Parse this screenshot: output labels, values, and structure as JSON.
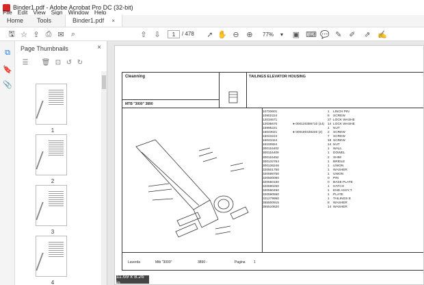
{
  "window": {
    "title": "Binder1.pdf - Adobe Acrobat Pro DC (32-bit)"
  },
  "menu": [
    "File",
    "Edit",
    "View",
    "Sign",
    "Window",
    "Help"
  ],
  "tabs": {
    "home": "Home",
    "tools": "Tools",
    "document": "Binder1.pdf",
    "close": "×"
  },
  "toolbar": {
    "page_current": "1",
    "page_total": "/ 478",
    "zoom": "77%"
  },
  "panel": {
    "title": "Page Thumbnails",
    "close": "×",
    "thumbnails": [
      {
        "label": "1"
      },
      {
        "label": "2"
      },
      {
        "label": "3"
      },
      {
        "label": "4"
      }
    ]
  },
  "document": {
    "section": "Cleanning",
    "model": "MTB \"3000\" 3890",
    "group_title": "TAILINGS ELEVATOR HOUSING",
    "footer": {
      "brand": "Laverda",
      "model": "Mtb \"3000\"",
      "code": "3890 -",
      "pages_label": "Pagina",
      "page_no": "1"
    },
    "parts": [
      {
        "code": "10733601",
        "extra": "",
        "qty": "1",
        "desc": "LINCH PIN"
      },
      {
        "code": "10902224",
        "extra": "",
        "qty": "8",
        "desc": "SCREW"
      },
      {
        "code": "12034671",
        "extra": "",
        "qty": "27",
        "desc": "LOCK WASHE"
      },
      {
        "code": "12035670",
        "extra": "● 000120356710 (14)",
        "qty": "14",
        "desc": "LOCK WASHE"
      },
      {
        "code": "15995221",
        "extra": "",
        "qty": "1",
        "desc": "NUT"
      },
      {
        "code": "16043021",
        "extra": "● 000160430240 (2)",
        "qty": "2",
        "desc": "SCREW"
      },
      {
        "code": "16043224",
        "extra": "",
        "qty": "7",
        "desc": "SCREW"
      },
      {
        "code": "16043424",
        "extra": "",
        "qty": "18",
        "desc": "SCREW"
      },
      {
        "code": "16100824",
        "extra": "",
        "qty": "14",
        "desc": "NUT"
      },
      {
        "code": "300116402",
        "extra": "",
        "qty": "1",
        "desc": "WALL"
      },
      {
        "code": "300116409",
        "extra": "",
        "qty": "1",
        "desc": "DOWEL"
      },
      {
        "code": "300116452",
        "extra": "",
        "qty": "2",
        "desc": "SHIM"
      },
      {
        "code": "300132764",
        "extra": "",
        "qty": "1",
        "desc": "BRIDLE"
      },
      {
        "code": "300136246",
        "extra": "",
        "qty": "1",
        "desc": "UNION"
      },
      {
        "code": "320501750",
        "extra": "",
        "qty": "1",
        "desc": "WASHER"
      },
      {
        "code": "320598750",
        "extra": "",
        "qty": "1",
        "desc": "UNION"
      },
      {
        "code": "320500050",
        "extra": "",
        "qty": "0",
        "desc": "PIN"
      },
      {
        "code": "320550150",
        "extra": "",
        "qty": "0",
        "desc": "BASE PLATE"
      },
      {
        "code": "320590250",
        "extra": "",
        "qty": "1",
        "desc": "HATCH"
      },
      {
        "code": "320590450",
        "extra": "",
        "qty": "1",
        "desc": "END ASSY,T"
      },
      {
        "code": "320590550",
        "extra": "",
        "qty": "1",
        "desc": "PLATE"
      },
      {
        "code": "321279950",
        "extra": "",
        "qty": "1",
        "desc": "TAILINGS E"
      },
      {
        "code": "355500915",
        "extra": "",
        "qty": "8",
        "desc": "WASHER"
      },
      {
        "code": "355510820",
        "extra": "",
        "qty": "14",
        "desc": "WASHER"
      }
    ]
  },
  "status": {
    "page_size": "11.69 x 8.26 in"
  }
}
